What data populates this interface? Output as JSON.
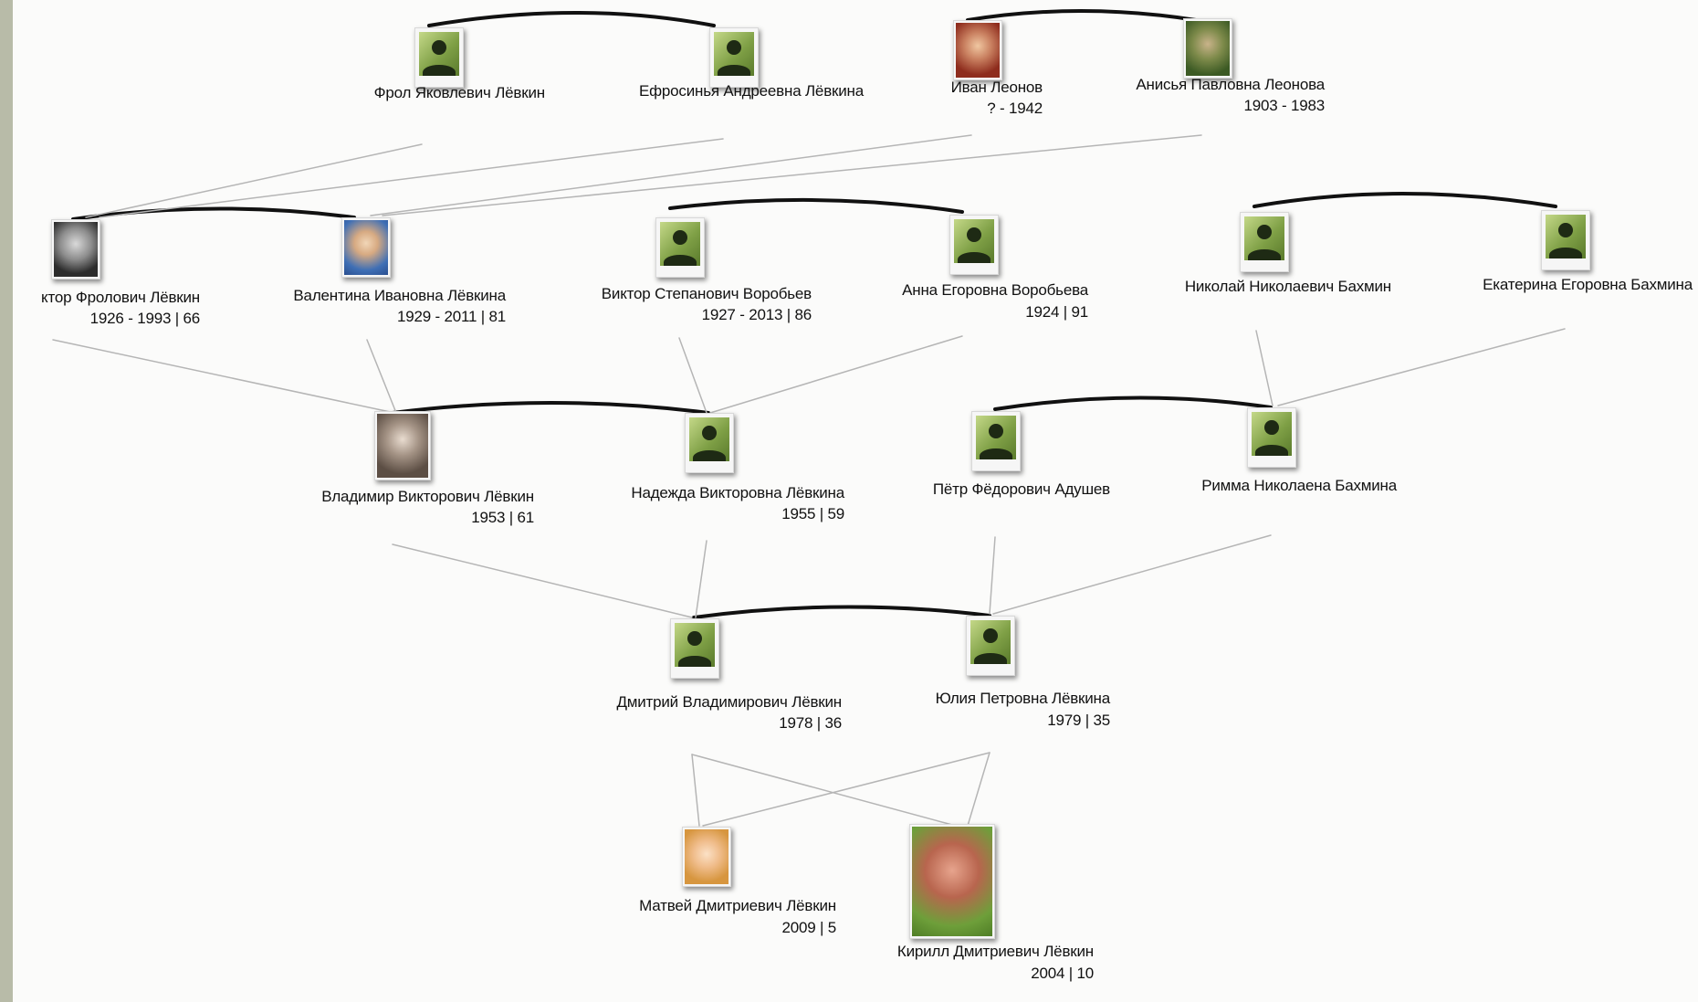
{
  "people": {
    "frol": {
      "name": "Фрол Яковлевич Лёвкин",
      "dates": ""
    },
    "efrosinya": {
      "name": "Ефросинья Андреевна Лёвкина",
      "dates": ""
    },
    "ivan": {
      "name": "Иван Леонов",
      "dates": "? - 1942"
    },
    "anisya": {
      "name": "Анисья Павловна Леонова",
      "dates": "1903 - 1983"
    },
    "viktor_f": {
      "name": "ктор Фролович Лёвкин",
      "dates": "1926 - 1993 | 66"
    },
    "valentina": {
      "name": "Валентина Ивановна Лёвкина",
      "dates": "1929 - 2011 | 81"
    },
    "viktor_s": {
      "name": "Виктор Степанович Воробьев",
      "dates": "1927 - 2013 | 86"
    },
    "anna": {
      "name": "Анна Егоровна Воробьева",
      "dates": "1924 | 91"
    },
    "nikolay": {
      "name": "Николай Николаевич Бахмин",
      "dates": ""
    },
    "ekaterina": {
      "name": "Екатерина Егоровна Бахмина",
      "dates": ""
    },
    "vladimir": {
      "name": "Владимир Викторович Лёвкин",
      "dates": "1953 | 61"
    },
    "nadezhda": {
      "name": "Надежда Викторовна Лёвкина",
      "dates": "1955 | 59"
    },
    "petr": {
      "name": "Пётр Фёдорович Адушев",
      "dates": ""
    },
    "rimma": {
      "name": "Римма Николаена Бахмина",
      "dates": ""
    },
    "dmitriy": {
      "name": "Дмитрий Владимирович Лёвкин",
      "dates": "1978 | 36"
    },
    "yulia": {
      "name": "Юлия Петровна Лёвкина",
      "dates": "1979 | 35"
    },
    "matvey": {
      "name": "Матвей Дмитриевич Лёвкин",
      "dates": "2009 | 5"
    },
    "kirill": {
      "name": "Кирилл Дмитриевич Лёвкин",
      "dates": "2004 | 10"
    }
  },
  "photos": {
    "frol": "silhouette",
    "efrosinya": "silhouette",
    "ivan": "photo",
    "anisya": "photo",
    "viktor_f": "photo",
    "valentina": "photo",
    "viktor_s": "silhouette",
    "anna": "silhouette",
    "nikolay": "silhouette",
    "ekaterina": "silhouette",
    "vladimir": "photo",
    "nadezhda": "silhouette",
    "petr": "silhouette",
    "rimma": "silhouette",
    "dmitriy": "silhouette",
    "yulia": "silhouette",
    "matvey": "photo",
    "kirill": "photo"
  },
  "colors": {
    "spouse_arc": "#111111",
    "parent_link": "#b5b5b5",
    "silhouette_green": "#7fa046"
  }
}
